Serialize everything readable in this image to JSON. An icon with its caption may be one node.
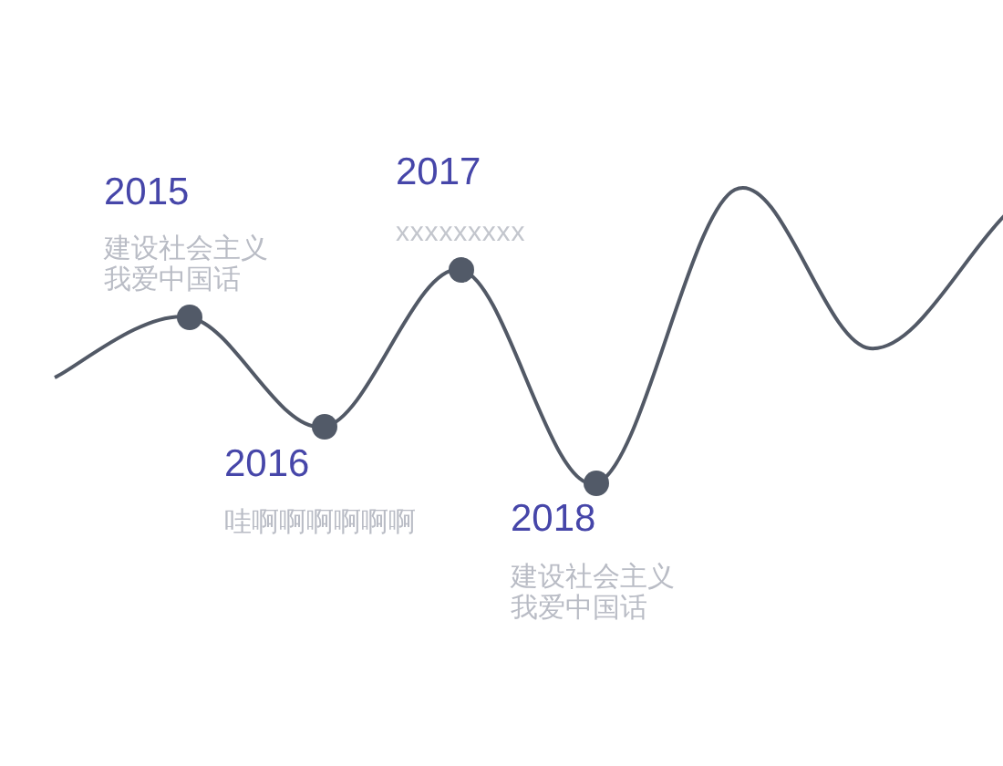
{
  "diagram": {
    "labels": [
      "2015",
      "建设社会主义我爱中国话",
      "2016",
      "哇啊啊啊啊啊啊",
      "2017",
      "xxxxxxxxx",
      "2018",
      "建设社会主义我爱中国话"
    ]
  }
}
